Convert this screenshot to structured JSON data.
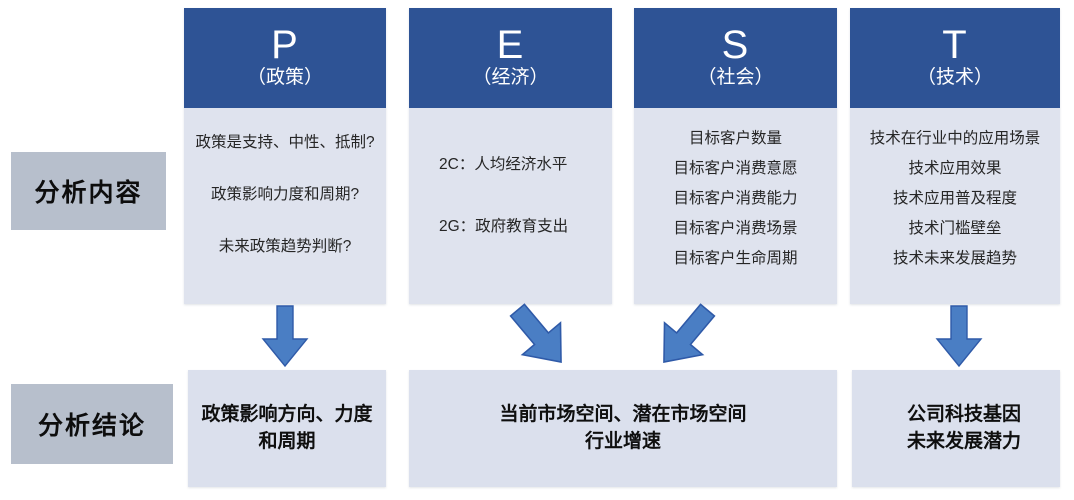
{
  "row_labels": {
    "analysis_content": "分析内容",
    "analysis_conclusion": "分析结论"
  },
  "columns": [
    {
      "key": "P",
      "letter": "P",
      "cn_name": "（政策）",
      "lines": [
        "政策是支持、中性、抵制?",
        "政策影响力度和周期?",
        "未来政策趋势判断?"
      ]
    },
    {
      "key": "E",
      "letter": "E",
      "cn_name": "（经济）",
      "lines": [
        "2C：人均经济水平",
        "2G：政府教育支出"
      ]
    },
    {
      "key": "S",
      "letter": "S",
      "cn_name": "（社会）",
      "lines": [
        "目标客户数量",
        "目标客户消费意愿",
        "目标客户消费能力",
        "目标客户消费场景",
        "目标客户生命周期"
      ]
    },
    {
      "key": "T",
      "letter": "T",
      "cn_name": "（技术）",
      "lines": [
        "技术在行业中的应用场景",
        "技术应用效果",
        "技术应用普及程度",
        "技术门槛壁垒",
        "技术未来发展趋势"
      ]
    }
  ],
  "conclusions": [
    {
      "key": "P",
      "line1": "政策影响方向、力度",
      "line2": "和周期"
    },
    {
      "key": "ES",
      "line1": "当前市场空间、潜在市场空间",
      "line2": "行业增速"
    },
    {
      "key": "T",
      "line1": "公司科技基因",
      "line2": "未来发展潜力"
    }
  ],
  "arrows": [
    {
      "from": "P",
      "direction": "down"
    },
    {
      "from": "E",
      "direction": "down-right"
    },
    {
      "from": "S",
      "direction": "down-left"
    },
    {
      "from": "T",
      "direction": "down"
    }
  ],
  "colors": {
    "header_blue": "#2e5395",
    "panel_blue": "#dfe3ee",
    "conclusion_blue": "#dbe0ed",
    "label_gray": "#b7bfcc",
    "arrow_blue": "#4a7ec4",
    "arrow_stroke": "#2f5aa8",
    "background": "#ffffff"
  }
}
